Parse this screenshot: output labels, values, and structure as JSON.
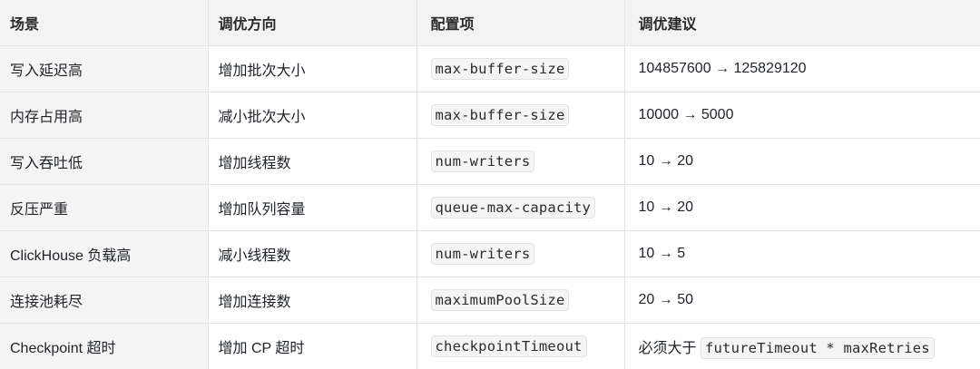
{
  "table": {
    "headers": [
      "场景",
      "调优方向",
      "配置项",
      "调优建议"
    ],
    "rows": [
      {
        "scene": "写入延迟高",
        "direction": "增加批次大小",
        "config": "max-buffer-size",
        "suggestion": "104857600 → 125829120",
        "suggestion_code": ""
      },
      {
        "scene": "内存占用高",
        "direction": "减小批次大小",
        "config": "max-buffer-size",
        "suggestion": "10000 → 5000",
        "suggestion_code": ""
      },
      {
        "scene": "写入吞吐低",
        "direction": "增加线程数",
        "config": "num-writers",
        "suggestion": "10 → 20",
        "suggestion_code": ""
      },
      {
        "scene": "反压严重",
        "direction": "增加队列容量",
        "config": "queue-max-capacity",
        "suggestion": "10 → 20",
        "suggestion_code": ""
      },
      {
        "scene": "ClickHouse 负载高",
        "direction": "减小线程数",
        "config": "num-writers",
        "suggestion": "10 → 5",
        "suggestion_code": ""
      },
      {
        "scene": "连接池耗尽",
        "direction": "增加连接数",
        "config": "maximumPoolSize",
        "suggestion": "20 → 50",
        "suggestion_code": ""
      },
      {
        "scene": "Checkpoint 超时",
        "direction": "增加 CP 超时",
        "config": "checkpointTimeout",
        "suggestion": "必须大于",
        "suggestion_code": "futureTimeout * maxRetries"
      }
    ]
  }
}
